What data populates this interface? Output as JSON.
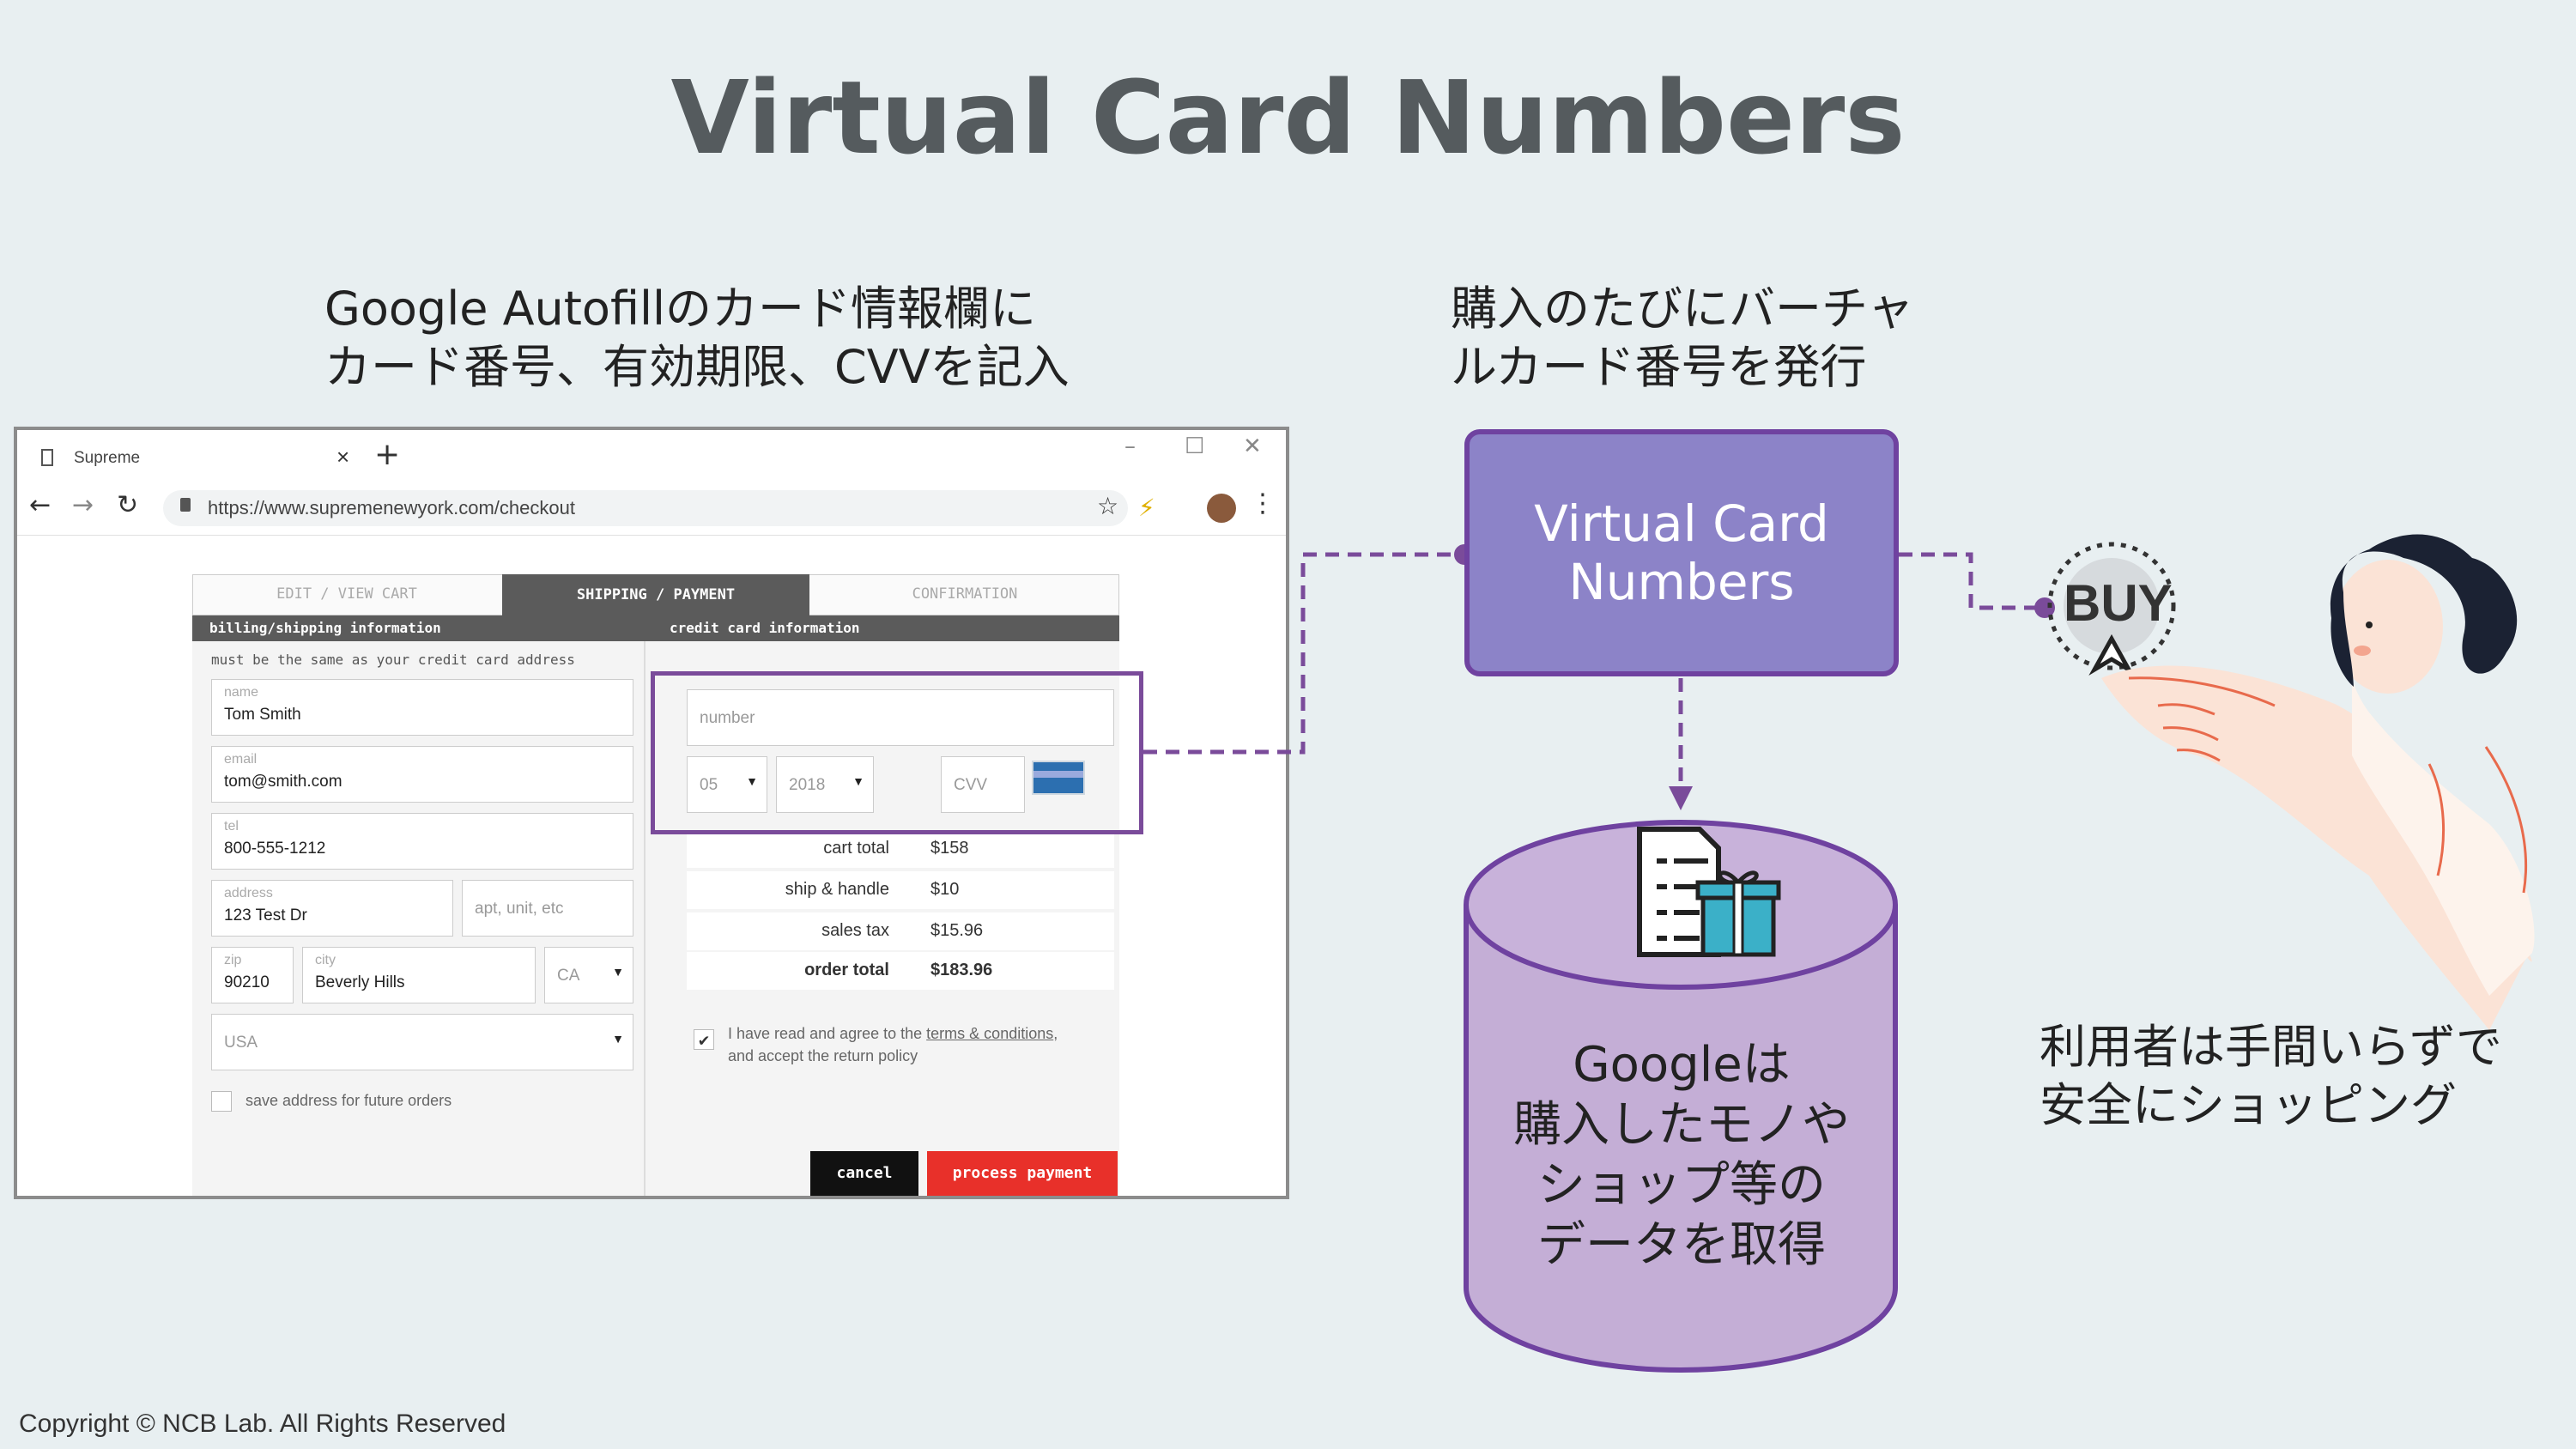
{
  "slide": {
    "title": "Virtual Card Numbers",
    "left_caption": [
      "Google Autofillのカード情報欄に",
      "カード番号、有効期限、CVVを記入"
    ],
    "right_top_caption": [
      "購入のたびにバーチャ",
      "ルカード番号を発行"
    ],
    "virtual_card_box": [
      "Virtual Card",
      "Numbers"
    ],
    "database_text": [
      "Googleは",
      "購入したモノや",
      "ショップ等の",
      "データを取得"
    ],
    "buy_label": "BUY",
    "user_caption": [
      "利用者は手間いらずで",
      "安全にショッピング"
    ],
    "copyright": "Copyright © NCB Lab. All Rights Reserved",
    "colors": {
      "accent_purple": "#6f42a0",
      "box_fill": "#8c83c8",
      "cylinder_fill": "#c4aed6",
      "background": "#e8eff1"
    }
  },
  "browser": {
    "tab_title": "Supreme",
    "tab_close": "×",
    "new_tab": "+",
    "url": "https://www.supremenewyork.com/checkout",
    "icons": [
      "page-icon",
      "close-icon",
      "plus-icon",
      "back-icon",
      "forward-icon",
      "reload-icon",
      "lock-icon",
      "star-icon",
      "extension-icon",
      "avatar",
      "menu-icon"
    ]
  },
  "checkout": {
    "steps": [
      "EDIT / VIEW CART",
      "SHIPPING / PAYMENT",
      "CONFIRMATION"
    ],
    "billing_header": "billing/shipping information",
    "credit_header": "credit card information",
    "hint": "must be the same as your credit card address",
    "name_label": "name",
    "name_value": "Tom Smith",
    "email_label": "email",
    "email_value": "tom@smith.com",
    "tel_label": "tel",
    "tel_value": "800-555-1212",
    "address_label": "address",
    "address_value": "123 Test Dr",
    "apt_placeholder": "apt, unit, etc",
    "zip_label": "zip",
    "zip_value": "90210",
    "city_label": "city",
    "city_value": "Beverly Hills",
    "state_value": "CA",
    "country_value": "USA",
    "save_address": "save address for future orders",
    "number_placeholder": "number",
    "month_value": "05",
    "year_value": "2018",
    "cvv_placeholder": "CVV",
    "summary": [
      {
        "k": "cart total",
        "v": "$158"
      },
      {
        "k": "ship & handle",
        "v": "$10"
      },
      {
        "k": "sales tax",
        "v": "$15.96"
      },
      {
        "k": "order total",
        "v": "$183.96"
      }
    ],
    "agree_prefix": "I have read and agree to the ",
    "agree_link": "terms & conditions",
    "agree_suffix": ",",
    "agree_line2": "and accept the return policy",
    "cancel": "cancel",
    "process": "process payment"
  }
}
